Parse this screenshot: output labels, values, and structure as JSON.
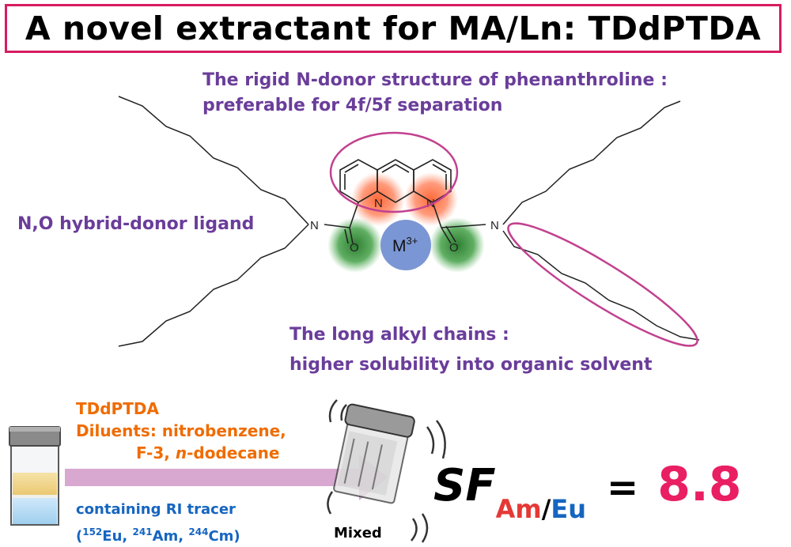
{
  "title": "A novel extractant for MA/Ln: TDdPTDA",
  "annotations": {
    "phen_line1": "The rigid N-donor structure of phenanthroline :",
    "phen_line2": "preferable for 4f/5f separation",
    "hybrid": "N,O hybrid-donor ligand",
    "alkyl_line1": "The long alkyl chains :",
    "alkyl_line2": "higher solubility into organic solvent"
  },
  "molecule": {
    "atom_n": "N",
    "atom_o": "O",
    "metal": "M",
    "metal_charge": "3+"
  },
  "experiment": {
    "extractant": "TDdPTDA",
    "diluents_line1": "Diluents: nitrobenzene,",
    "diluents_line2_a": "F-3, ",
    "diluents_line2_italic": "n",
    "diluents_line2_b": "-dodecane",
    "tracer_line1": "containing RI tracer",
    "tracer_open": "(",
    "eu_mass": "152",
    "eu": "Eu, ",
    "am_mass": "241",
    "am": "Am, ",
    "cm_mass": "244",
    "cm": "Cm)",
    "mixed_label": "Mixed"
  },
  "result": {
    "sf_label": "SF",
    "sub_am": "Am",
    "sub_slash": "/",
    "sub_eu": "Eu",
    "equals": "=",
    "value": "8.8"
  },
  "colors": {
    "title_border": "#d81b60",
    "purple_text": "#6a3d9a",
    "orange_text": "#ef6c00",
    "blue_text": "#1565c0",
    "value_pink": "#e91e63",
    "arrow_pink": "#d8a8d0",
    "n_glow": "#ff7043",
    "o_glow": "#43a047",
    "metal_blue": "#7b96d4"
  }
}
